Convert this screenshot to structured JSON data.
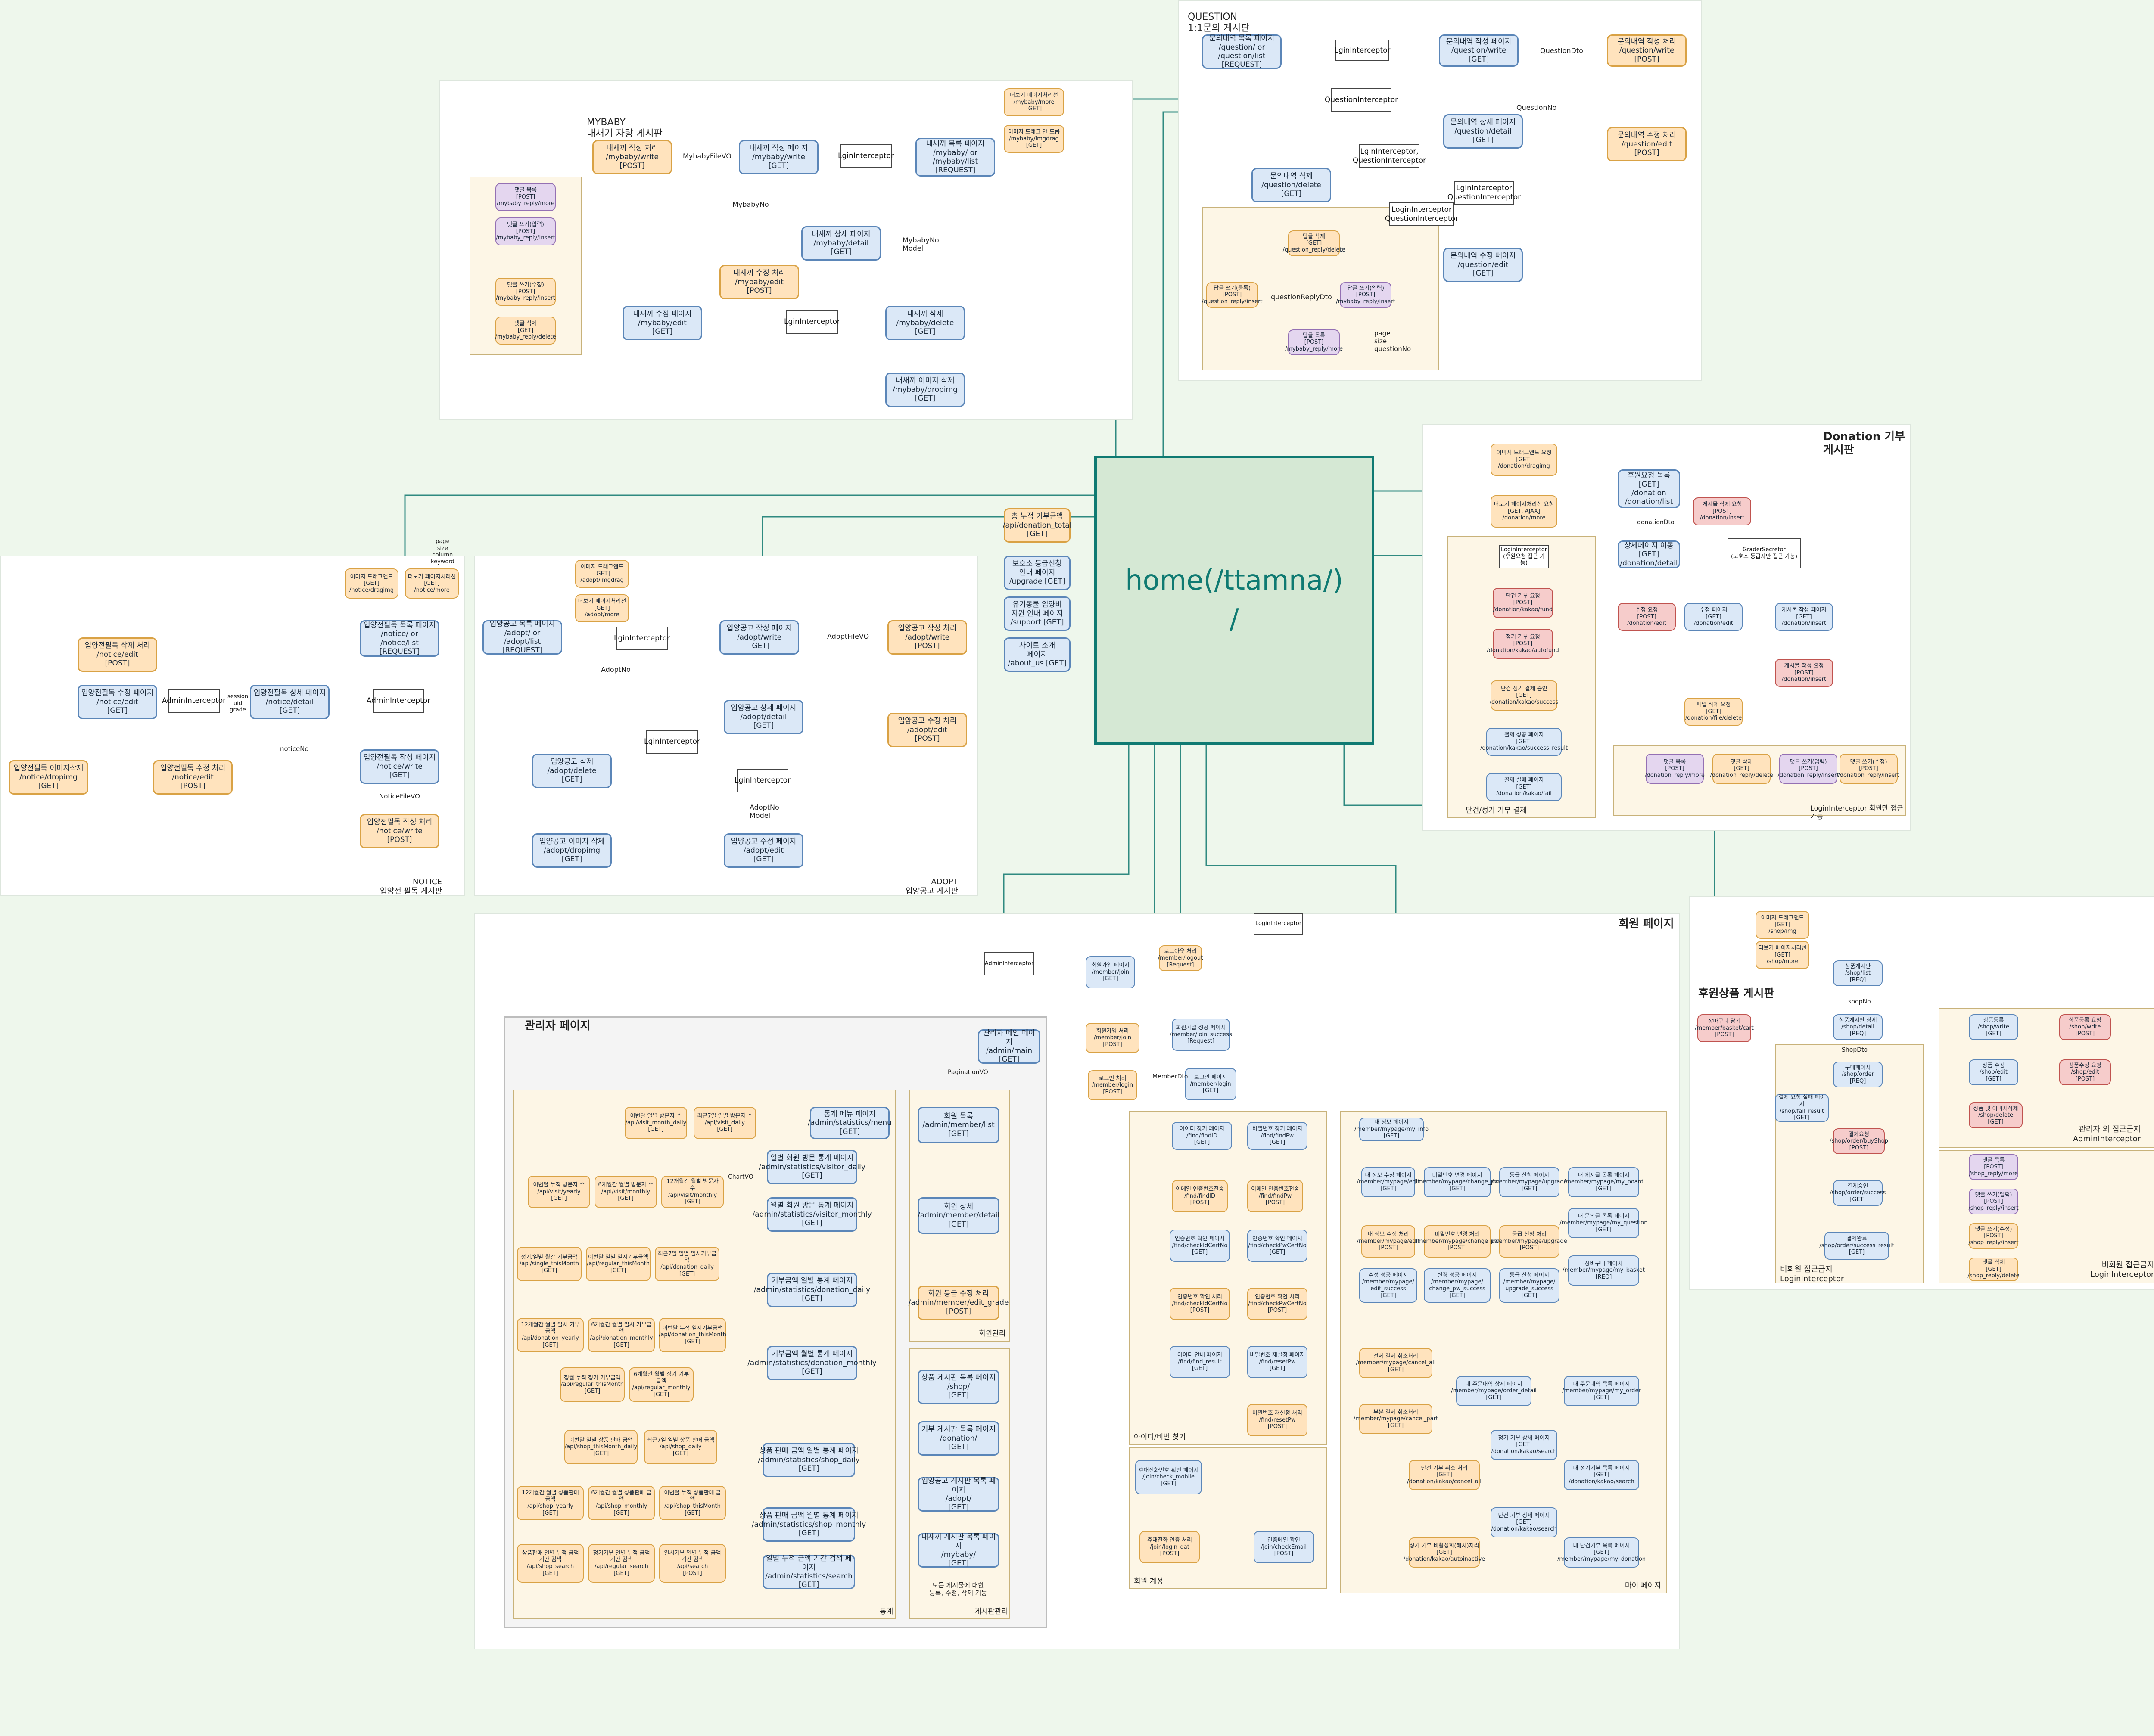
{
  "diagram": {
    "home": {
      "label": "home(/ttamna/)\n/",
      "color": "#0f7a72"
    },
    "colors": {
      "blue_node": "#dbe8f7",
      "orange_node": "#ffe3bd",
      "purple_node": "#e4d6ef",
      "red_node": "#f6cccb",
      "connector": "#2f8a80"
    },
    "sections": {
      "question": "QUESTION\n1:1문의 게시판",
      "mybaby": "MYBABY\n내새기 자랑 게시판",
      "donation": "Donation 기부게시판",
      "notice": "NOTICE\n입양전 필독 게시판",
      "adopt": "ADOPT\n입양공고 게시판",
      "member": "회원 페이지",
      "admin": "관리자 페이지",
      "shop": "후원상품 게시판",
      "stats": "통계",
      "member_mgmt": "회원관리",
      "board_mgmt": "게시판관리",
      "board_mgmt_note": "모든 게시물에 대한\n등록, 수정, 삭제 기능",
      "find": "아이디/비번 찾기",
      "join": "회원 계정",
      "mypage": "마이 페이지",
      "donation_bottom": "단건/정기 기부 결제",
      "donation_comment": "LoginInterceptor 회원만 접근가능",
      "shop_admin": "관리자 외 접근금지\nAdminInterceptor",
      "shop_nonmember": "비회원 접근금지\nLoginInterceptor",
      "shop_nonmember2": "비회원 접근금지\nLoginInterceptor"
    },
    "nodes": {
      "q_list": "문의내역 목록 페이지\n/question/ or\n/question/list\n[REQUEST]",
      "q_interceptor": "LginInterceptor",
      "q_write": "문의내역 작성 페이지\n/question/write\n[GET]",
      "q_write_post": "문의내역 작성 처리\n/question/write\n[POST]",
      "q_interceptor2": "QuestionInterceptor",
      "q_detail": "문의내역 상세 페이지\n/question/detail\n[GET]",
      "q_edit_post": "문의내역 수정 처리\n/question/edit\n[POST]",
      "q_delete": "문의내역 삭제\n/question/delete\n[GET]",
      "q_interceptor3": "LginInterceptor,\nQuestionInterceptor",
      "q_interceptor4": "LginInterceptor\nQuestionInterceptor",
      "q_interceptor5": "LoginInterceptor\nQuestionInterceptor",
      "q_edit": "문의내역 수정 페이지\n/question/edit\n[GET]",
      "q_reply_delete": "답글 삭제\n[GET]\n/question_reply/delete",
      "q_reply_insert": "답글 쓰기(등록)\n[POST]\n/question_reply/insert",
      "q_reply_edit": "답글 쓰기(입력)\n[POST]\n/mybaby_reply/insert",
      "q_reply_more": "답글 목록\n[POST]\n/mybaby_reply/more",
      "mb_write_post": "내새끼 작성 처리\n/mybaby/write\n[POST]",
      "mb_write": "내새끼 작성 페이지\n/mybaby/write\n[GET]",
      "mb_interceptor": "LginInterceptor",
      "mb_list": "내새끼 목록 페이지\n/mybaby/ or\n/mybaby/list\n[REQUEST]",
      "mb_more": "더보기 페이지처리선\n/mybaby/more\n[GET]",
      "mb_imgdrag": "이미지 드래그 앤 드롭\n/mybaby/imgdrag\n[GET]",
      "mb_detail": "내새끼 상세 페이지\n/mybaby/detail\n[GET]",
      "mb_edit_post": "내새끼 수정 처리\n/mybaby/edit\n[POST]",
      "mb_edit": "내새끼 수정 페이지\n/mybaby/edit\n[GET]",
      "mb_interceptor2": "LginInterceptor",
      "mb_delete": "내새끼 삭제\n/mybaby/delete\n[GET]",
      "mb_imgdelete": "내새끼 이미지 삭제\n/mybaby/dropimg\n[GET]",
      "mb_reply_more": "댓글 목록\n[POST]\n/mybaby_reply/more",
      "mb_reply_insert": "댓글 쓰기(입력)\n[POST]\n/mybaby_reply/insert",
      "mb_reply_edit": "댓글 쓰기(수정)\n[POST]\n/mybaby_reply/insert",
      "mb_reply_delete": "댓글 삭제\n[GET]\n/mybaby_reply/delete",
      "side_total": "총 누적 기부금액\n/api/donation_total\n[GET]",
      "side_upgrade": "보호소 등급신청\n안내 페이지\n/upgrade [GET]",
      "side_support": "유기동물 입양비\n지원 안내 페이지\n/support [GET]",
      "side_about": "사이트 소개\n페이지\n/about_us [GET]",
      "n_drag": "이미지 드래그앤드\n[GET]\n/notice/dragimg",
      "n_more": "더보기 페이지처리선\n[GET]\n/notice/more",
      "n_list": "입양전필독 목록 페이지\n/notice/ or\n/notice/list\n[REQUEST]",
      "n_delete": "입양전필독 삭제 처리\n/notice/edit\n[POST]",
      "n_edit": "입양전필독 수정 페이지\n/notice/edit\n[GET]",
      "n_admin": "AdminInterceptor",
      "n_detail": "입양전필독 상세 페이지\n/notice/detail\n[GET]",
      "n_admin2": "AdminInterceptor",
      "n_write": "입양전필독 작성 페이지\n/notice/write\n[GET]",
      "n_imgdelete": "입양전필독 이미지삭제\n/notice/dropimg\n[GET]",
      "n_edit_post": "입양전필독 수정 처리\n/notice/edit\n[POST]",
      "n_write_post": "입양전필독 작성 처리\n/notice/write\n[POST]",
      "a_drag": "이미지 드래그앤드\n[GET]\n/adopt/imgdrag",
      "a_more": "더보기 페이지처리선\n[GET]\n/adopt/more",
      "a_list": "입양공고 목록 페이지\n/adopt/ or\n/adopt/list\n[REQUEST]",
      "a_interceptor": "LginInterceptor",
      "a_write": "입양공고 작성 페이지\n/adopt/write\n[GET]",
      "a_write_post": "입양공고 작성 처리\n/adopt/write\n[POST]",
      "a_detail": "입양공고 상세 페이지\n/adopt/detail\n[GET]",
      "a_interceptor2": "LginInterceptor",
      "a_edit_post": "입양공고 수정 처리\n/adopt/edit\n[POST]",
      "a_delete": "입양공고 삭제\n/adopt/delete\n[GET]",
      "a_interceptor3": "LginInterceptor",
      "a_imgdelete": "입양공고 이미지 삭제\n/adopt/dropimg\n[GET]",
      "a_edit": "입양공고 수정 페이지\n/adopt/edit\n[GET]",
      "d_drag": "이미지 드래그앤드 요청\n[GET]\n/donation/dragimg",
      "d_more": "더보기 페이지처리선 요청\n[GET, AJAX]\n/donation/more",
      "d_list": "후원요청 목록\n[GET]\n/donation\n/donation/list",
      "d_delete_req": "게시물 삭제 요청\n[POST]\n/donation/insert",
      "d_login": "LoginInterceptor\n(후원요청 접근 가능)",
      "d_detail": "상세페이지 이동\n[GET]\n/donation/detail",
      "d_graders": "GraderSecretor\n(보호소 등급자만 접근 가능)",
      "d_single": "단건 기부 요청\n[POST]\n/donation/kakao/fund",
      "d_regular": "정기 기부 요청\n[POST]\n/donation/kakao/autofund",
      "d_edit_post": "수정 요청\n[POST]\n/donation/edit",
      "d_edit": "수정 페이지\n[GET]\n/donation/edit",
      "d_write": "게시물 작성 페이지\n[GET]\n/donation/insert",
      "d_write_post": "게시물 작성 요청\n[POST]\n/donation/insert",
      "d_file_delete": "파일 삭제 요청\n[GET]\n/donation/file/delete",
      "d_approve": "단건 정기 결제 승인\n[GET]\n/donation/kakao/success",
      "d_success": "결제 성공 페이지\n[GET]\n/donation/kakao/success_result",
      "d_fail": "결제 실패 페이지\n[GET]\n/donation/kakao/fail",
      "d_reply_more": "댓글 목록\n[POST]\n/donation_reply/more",
      "d_reply_delete": "댓글 삭제\n[GET]\n/donation_reply/delete",
      "d_reply_insert": "댓글 쓰기(입력)\n[POST]\n/donation_reply/insert",
      "d_reply_edit": "댓글 쓰기(수정)\n[POST]\n/donation_reply/insert",
      "m_login_interceptor": "LoginInterceptor",
      "m_admin_interceptor": "AdminInterceptor",
      "m_join_page": "회원가입 페이지\n/member/join\n[GET]",
      "m_logout": "로그아웃 처리\n/member/logout\n[Request]",
      "m_join_post": "회원가입 처리\n/member/join\n[POST]",
      "m_join_success": "회원가입 성공 페이지\n/member/join_success\n[Request]",
      "m_login_post": "로그인 처리\n/member/login\n[POST]",
      "m_login": "로그인 페이지\n/member/login\n[GET]",
      "adm_main": "관리자 메인 페이지\n/admin/main\n[GET]",
      "f_id": "아이디 찾기 페이지\n/find/findID\n[GET]",
      "f_pw": "비밀번호 찾기 페이지\n/find/findPw\n[GET]",
      "f_id_email": "이메일 인증번호전송\n/find/findID\n[POST]",
      "f_pw_email": "이메일 인증번호전송\n/find/findPw\n[POST]",
      "f_id_check": "인증번호 확인 페이지\n/find/checkIdCertNo\n[GET]",
      "f_pw_check": "인증번호 확인 페이지\n/find/checkPwCertNo\n[GET]",
      "f_id_check_post": "인증번호 확인 처리\n/find/checkIdCertNo\n[POST]",
      "f_pw_check_post": "인증번호 확인 처리\n/find/checkPwCertNo\n[POST]",
      "f_id_result": "아이디 안내 페이지\n/find/find_result\n[GET]",
      "f_pw_reset": "비밀번호 재설정 페이지\n/find/resetPw\n[GET]",
      "f_pw_reset_post": "비밀번호 재설정 처리\n/find/resetPw\n[POST]",
      "j_mobile": "휴대전화번호 확인 페이지\n/join/check_mobile\n[GET]",
      "j_mobile_post": "휴대전화 인증 처리\n/join/login_dat\n[POST]",
      "j_email": "인증메일 확인\n/join/checkEmail\n[POST]",
      "mp_info": "내 정보 페이지\n/member/mypage/my_info\n[GET]",
      "mp_edit": "내 정보 수정 페이지\n/member/mypage/edit\n[GET]",
      "mp_pw": "비밀번호 변경 페이지\n/member/mypage/change_pw\n[GET]",
      "mp_upgrade": "등급 신청 페이지\n/member/mypage/upgrade\n[GET]",
      "mp_board": "내 게시글 목록 페이지\n/member/mypage/my_board\n[GET]",
      "mp_edit_post": "내 정보 수정 처리\n/member/mypage/edit\n[POST]",
      "mp_pw_post": "비밀번호 변경 처리\n/member/mypage/change_pw\n[POST]",
      "mp_upgrade_post": "등급 신청 처리\n/member/mypage/upgrade\n[POST]",
      "mp_question": "내 문의글 목록 페이지\n/member/mypage/my_question\n[GET]",
      "mp_edit_success": "수정 성공 페이지\n/member/mypage/\nedit_success\n[GET]",
      "mp_pw_success": "변경 성공 페이지\n/member/mypage/\nchange_pw_success\n[GET]",
      "mp_upgrade_success": "등급 신청 페이지\n/member/mypage/\nupgrade_success\n[GET]",
      "mp_basket": "장바구니 페이지\n/member/mypage/my_basket\n[REQ]",
      "mp_cancel_all": "전체 결제 취소처리\n/member/mypage/cancel_all\n[GET]",
      "mp_order_detail": "내 주문내역 상세 페이지\n/member/mypage/order_detail\n[GET]",
      "mp_order": "내 주문내역 목록 페이지\n/member/mypage/my_order\n[GET]",
      "mp_cancel_part": "부분 결제 취소처리\n/member/mypage/cancel_part\n[GET]",
      "mp_regular_detail": "정기 기부 상세 페이지\n[GET]\n/donation/kakao/search",
      "mp_regular_cancel": "단건 기부 취소 처리\n[GET]\n/donation/kakao/cancel_all",
      "mp_regular_list": "내 정기기부 목록 페이지\n[GET]\n/donation/kakao/search",
      "mp_single_detail": "단건 기부 상세 페이지\n[GET]\n/donation/kakao/search",
      "mp_regular_deactivate": "정기 기부 비활성화(해지)처리\n[GET]\n/donation/kakao/autoinactive",
      "mp_single_list": "내 단건기부 목록 페이지\n[GET]\n/member/mypage/my_donation",
      "adm_members": "회원 목록\n/admin/member/list\n[GET]",
      "adm_member_detail": "회원 상세\n/admin/member/detail\n[GET]",
      "adm_grade": "회원 등급 수정 처리\n/admin/member/edit_grade\n[POST]",
      "adm_shop": "상품 게시판 목록 페이지\n/shop/\n[GET]",
      "adm_donation": "기부 게시판 목록 페이지\n/donation/\n[GET]",
      "adm_adopt": "입양공고 게시판 목록 페이지\n/adopt/\n[GET]",
      "adm_mybaby": "내새끼 게시판 목록 페이지\n/mybaby/\n[GET]",
      "st_main": "통계 메뉴 페이지\n/admin/statistics/menu\n[GET]",
      "st_visit_m": "이번달 일별 방문자 수\n/api/visit_month_daily\n[GET]",
      "st_visit_7": "최근7일 일별 방문자 수\n/api/visit_daily\n[GET]",
      "st_daily_visit": "일별 회원 방문 통계 페이지\n/admin/statistics/visitor_daily\n[GET]",
      "st_join_y": "이번달 누적 방문자 수\n/api/visit/yearly\n[GET]",
      "st_join_6": "6개월간 월별 방문자 수\n/api/visit/monthly\n[GET]",
      "st_join_12": "12개월간 월별 방문자 수\n/api/visit/monthly\n[GET]",
      "st_monthly_visit": "월별 회원 방문 통계 페이지\n/admin/statistics/visitor_monthly\n[GET]",
      "st_donate_d1": "정기/일별 월간 기부금액\n/api/single_thisMonth\n[GET]",
      "st_donate_d2": "이번달 일별 일시기부금액\n/api/regular_thisMonth\n[GET]",
      "st_donate_d3": "최근7일 일별 일시기부금액\n/api/donation_daily\n[GET]",
      "st_daily_donate": "기부금액 일별 통계 페이지\n/admin/statistics/donation_daily\n[GET]",
      "st_donate_m1": "12개월간 월별 일시 기부금액\n/api/donation_yearly\n[GET]",
      "st_donate_m2": "6개월간 월별 일시 기부금액\n/api/donation_monthly\n[GET]",
      "st_donate_m3": "이번달 누적 일시기부금액\n/api/donation_thisMonth\n[GET]",
      "st_regular_m1": "정월 누적 정기 기부금액\n/api/regular_thisMonth\n[GET]",
      "st_regular_m2": "6개월간 월별 정기 기부금액\n/api/regular_monthly\n[GET]",
      "st_monthly_donate": "기부금액 월별 통계 페이지\n/admin/statistics/donation_monthly\n[GET]",
      "st_shop_d1": "이번달 일별 상품 판매 금액\n/api/shop_thisMonth_daily\n[GET]",
      "st_shop_d2": "최근7일 일별 상품 판매 금액\n/api/shop_daily\n[GET]",
      "st_daily_shop": "상품 판매 금액 일별 통계 페이지\n/admin/statistics/shop_daily\n[GET]",
      "st_shop_m1": "12개월간 월별 상품판매 금액\n/api/shop_yearly\n[GET]",
      "st_shop_m2": "6개월간 월별 상품판매 금액\n/api/shop_monthly\n[GET]",
      "st_shop_m3": "이번달 누적 상품판매 금액\n/api/shop_thisMonth\n[GET]",
      "st_monthly_shop": "상품 판매 금액 월별 통계 페이지\n/admin/statistics/shop_monthly\n[GET]",
      "st_search1": "상품판매 일별 누적 금액\n기간 검색\n/api/shop_search\n[GET]",
      "st_search2": "정기기부 일별 누적 금액\n기간 검색\n/api/regular_search\n[GET]",
      "st_search3": "일시기부 일별 누적 금액\n기간 검색\n/api/search\n[POST]",
      "st_search_page": "일별 누적 금액 기간 검색 페이지\n/admin/statistics/search\n[GET]",
      "s_drag": "이미지 드래그앤드\n[GET]\n/shop/img",
      "s_more": "더보기 페이지처리선\n[GET]\n/shop/more",
      "s_list": "상품게시판\n/shop/list\n[REQ]",
      "s_basket": "장바구니 담기\n/member/basket/cart\n[POST]",
      "s_detail": "상품게시판 상세\n/shop/detail\n[REQ]",
      "s_order": "구매페이지\n/shop/order\n[REQ]",
      "s_pay_fail": "결제 요청 실패 페이지\n/shop/fail_result\n[GET]",
      "s_pay_req": "결제요청\n/shop/order/buyShop\n[POST]",
      "s_pay_approve": "결제승인\n/shop/order/success\n[GET]",
      "s_pay_result": "결제완료\n/shop/order/success_result\n[GET]",
      "s_admin_write": "상품등록\n/shop/write\n[GET]",
      "s_admin_write_post": "상품등록 요청\n/shop/write\n[POST]",
      "s_admin_edit": "상품 수정\n/shop/edit\n[GET]",
      "s_admin_edit_post": "상품수정 요청\n/shop/edit\n[POST]",
      "s_admin_delete": "상품 및 이미지삭제\n/shop/delete\n[GET]",
      "s_reply_more": "댓글 목록\n[POST]\n/shop_reply/more",
      "s_reply_insert": "댓글 쓰기(입력)\n[POST]\n/shop_reply/insert",
      "s_reply_edit": "댓글 쓰기(수정)\n[POST]\n/shop_reply/insert",
      "s_reply_delete": "댓글 삭제\n[GET]\n/shop_reply/delete"
    },
    "edge_labels": {
      "questionDto": "QuestionDto",
      "questionNo": "QuestionNo",
      "mybabyFileVO": "MybabyFileVO",
      "mybabyNo": "MybabyNo",
      "mybabyNoModel": "MybabyNo\nModel",
      "adoptFileVO": "AdoptFileVO",
      "adoptNo": "AdoptNo",
      "adoptNoModel": "AdoptNo\nModel",
      "noticeFileVO": "NoticeFileVO",
      "noticeNo": "noticeNo",
      "memberDto": "MemberDto",
      "paginationVO": "PaginationVO",
      "chartVO": "ChartVO",
      "donationDto": "donationDto",
      "shopNo": "shopNo",
      "shopDto": "ShopDto",
      "sessionUidGrade": "session\nuid\ngrade",
      "pageSizeColumnKeyword": "page\nsize\ncolumn\nkeyword",
      "questionReplyDto": "questionReplyDto",
      "pageSizeQuestionNo": "page\nsize\nquestionNo"
    }
  }
}
